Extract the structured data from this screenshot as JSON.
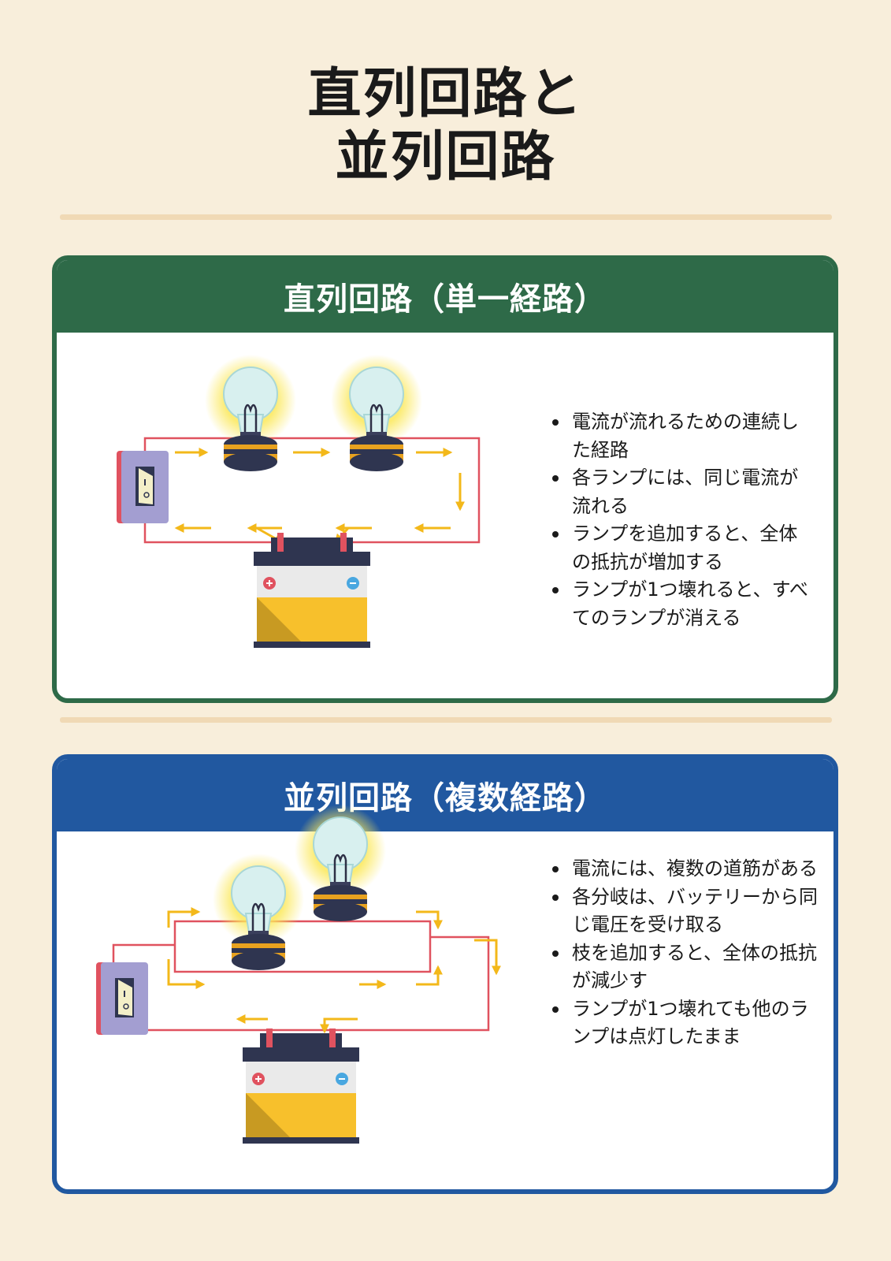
{
  "page": {
    "title_line1": "直列回路と",
    "title_line2": "並列回路"
  },
  "series": {
    "heading": "直列回路（単一経路）",
    "bullets": [
      "電流が流れるための連続した経路",
      "各ランプには、同じ電流が流れる",
      "ランプを追加すると、全体の抵抗が増加する",
      "ランプが1つ壊れると、すべてのランプが消える"
    ]
  },
  "parallel": {
    "heading": "並列回路（複数経路）",
    "bullets": [
      "電流には、複数の道筋がある",
      "各分岐は、バッテリーから同じ電圧を受け取る",
      "枝を追加すると、全体の抵抗が減少す",
      "ランプが1つ壊れても他のランプは点灯したまま"
    ]
  },
  "colors": {
    "background": "#f8eedb",
    "series_accent": "#2e6a48",
    "parallel_accent": "#2158a0",
    "wire": "#e0525f",
    "arrow": "#f3b81a",
    "battery_body": "#f7c02c",
    "switch": "#a39ed1"
  },
  "icons": [
    "light-bulb-icon",
    "battery-icon",
    "switch-icon",
    "arrow-icon"
  ]
}
